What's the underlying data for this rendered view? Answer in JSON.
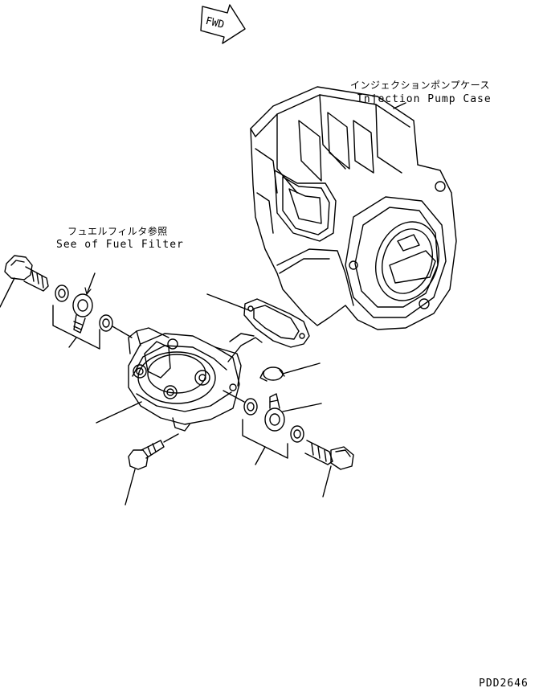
{
  "fwd_label": "FWD",
  "injection_pump_case": {
    "label_jp": "インジェクションポンプケース",
    "label_en": "Injection Pump Case"
  },
  "fuel_filter_ref": {
    "label_jp": "フュエルフィルタ参照",
    "label_en": "See of Fuel Filter"
  },
  "drawing_code": "PDD2646"
}
